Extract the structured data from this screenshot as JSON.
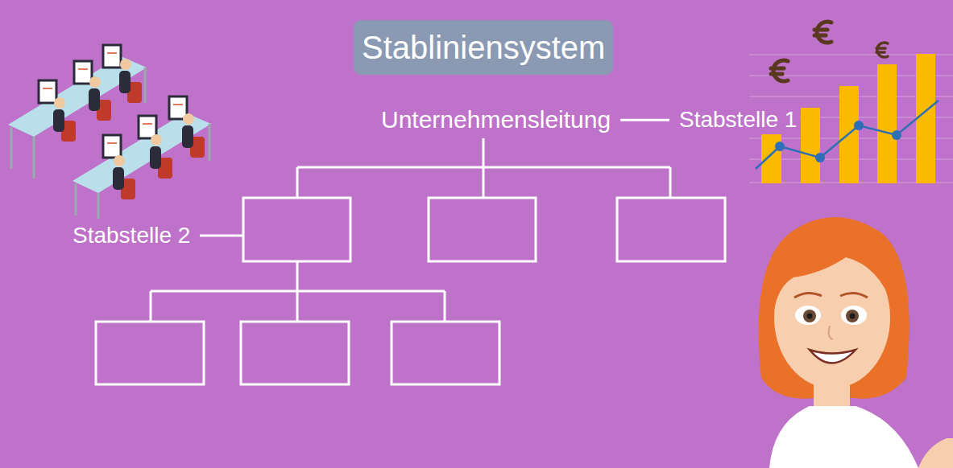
{
  "diagram": {
    "title": "Stabliniensystem",
    "nodes": [
      {
        "text": [
          "Unternehmensleitung"
        ]
      },
      {
        "text": [
          "Stabstelle 1"
        ]
      },
      {
        "text": [
          "Stabstelle 2"
        ]
      }
    ],
    "edges": [
      {
        "from": 0,
        "to": 1,
        "arrow": "none"
      }
    ]
  }
}
